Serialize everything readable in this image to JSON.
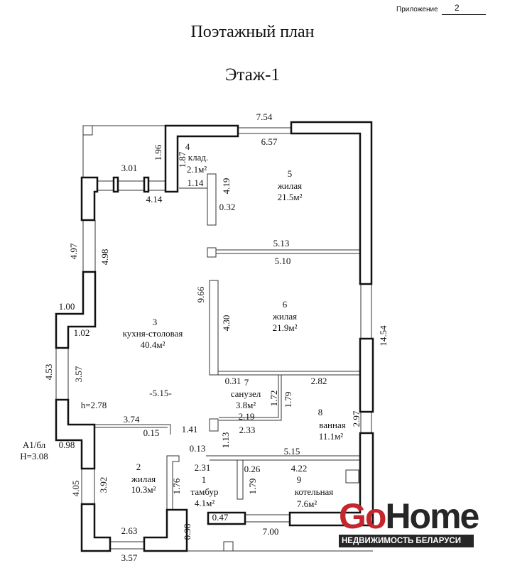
{
  "header": {
    "appendix_label": "Приложение",
    "appendix_number": "2",
    "title": "Поэтажный план",
    "floor": "Этаж-1"
  },
  "rooms": [
    {
      "num": "1",
      "name": "тамбур",
      "area": "4.1м²"
    },
    {
      "num": "2",
      "name": "жилая",
      "area": "10.3м²"
    },
    {
      "num": "3",
      "name": "кухня-столовая",
      "area": "40.4м²"
    },
    {
      "num": "4",
      "name": "клад.",
      "area": "2.1м²"
    },
    {
      "num": "5",
      "name": "жилая",
      "area": "21.5м²"
    },
    {
      "num": "6",
      "name": "жилая",
      "area": "21.9м²"
    },
    {
      "num": "7",
      "name": "санузел",
      "area": "3.8м²"
    },
    {
      "num": "8",
      "name": "ванная",
      "area": "11.1м²"
    },
    {
      "num": "9",
      "name": "котельная",
      "area": "7.6м²"
    }
  ],
  "dimensions": {
    "d754": "7.54",
    "d657": "6.57",
    "d196": "1.96",
    "d187": "1.87",
    "d301": "3.01",
    "d114": "1.14",
    "d419": "4.19",
    "d414": "4.14",
    "d032": "0.32",
    "d497": "4.97",
    "d498": "4.98",
    "d513": "5.13",
    "d510": "5.10",
    "d966": "9.66",
    "d430": "4.30",
    "d100": "1.00",
    "d102": "1.02",
    "d1454": "14.54",
    "d453": "4.53",
    "d357a": "3.57",
    "d031": "0.31",
    "d282": "2.82",
    "d172": "1.72",
    "d179a": "1.79",
    "d515a": "-5.15-",
    "h278": "h=2.78",
    "d374": "3.74",
    "d015": "0.15",
    "d141": "1.41",
    "d219": "2.19",
    "d233": "2.33",
    "d297": "2.97",
    "d113": "1.13",
    "d098a": "0.98",
    "d013": "0.13",
    "d515b": "5.15",
    "d231": "2.31",
    "d026": "0.26",
    "d422": "4.22",
    "d405": "4.05",
    "d392": "3.92",
    "d176": "1.76",
    "d179b": "1.79",
    "d047": "0.47",
    "d700": "7.00",
    "d263": "2.63",
    "d098b": "0.98",
    "d357b": "3.57"
  },
  "notes": {
    "block": "А1/бл",
    "height": "H=3.08"
  },
  "logo": {
    "go": "Go",
    "home": "Home",
    "subtitle": "НЕДВИЖИМОСТЬ БЕЛАРУСИ",
    "red": "#c3272d",
    "dark": "#262626"
  }
}
